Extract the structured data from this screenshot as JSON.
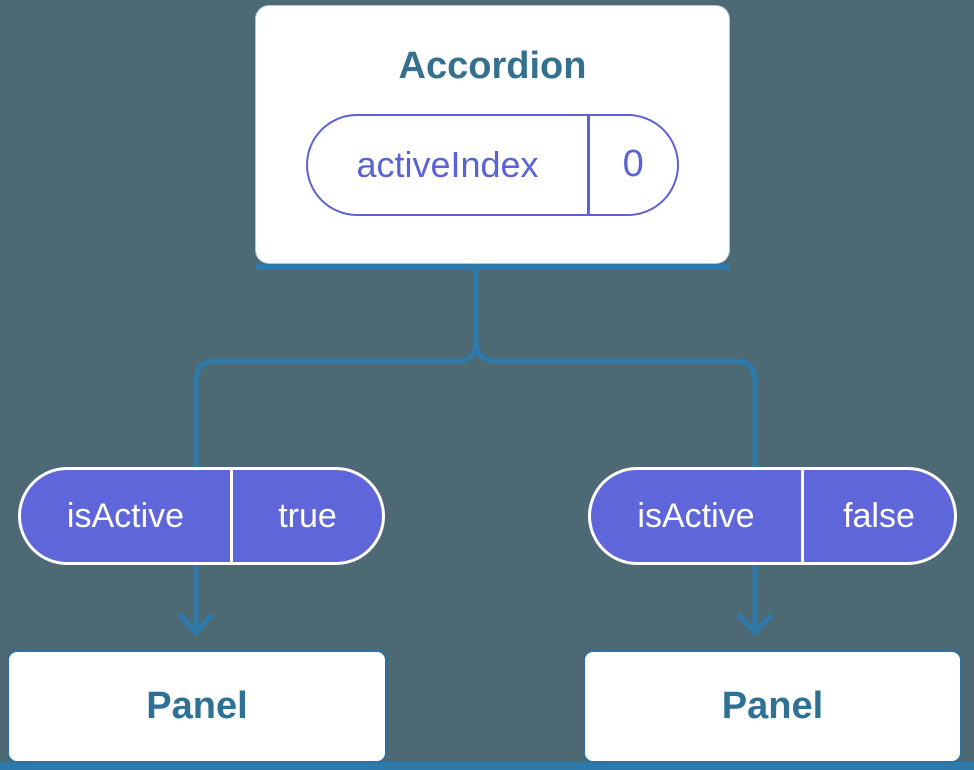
{
  "diagram": {
    "description": "React component tree diagram: Accordion parent holding state, passing isActive to two Panels",
    "root": {
      "title": "Accordion",
      "prop": {
        "name": "activeIndex",
        "value": "0"
      }
    },
    "children": [
      {
        "state": {
          "name": "isActive",
          "value": "true"
        },
        "panel_label": "Panel"
      },
      {
        "state": {
          "name": "isActive",
          "value": "false"
        },
        "panel_label": "Panel"
      }
    ]
  },
  "colors": {
    "background": "#4d6973",
    "connector_blue": "#2e7aac",
    "pill_purple_fill": "#5f66d9",
    "pill_purple_border_text": "#5a62d6",
    "heading_blue": "#35708e",
    "panel_text_blue": "#2f7095",
    "card_white": "#ffffff"
  }
}
